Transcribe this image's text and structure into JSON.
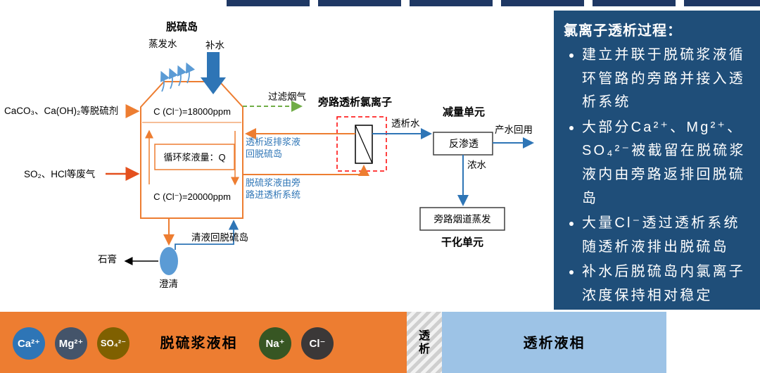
{
  "colors": {
    "panel_bg": "#1F4E79",
    "slurry_bar": "#ED7D31",
    "dialysate_bar": "#9DC3E6",
    "vessel_outline": "#ED7D31",
    "water_blue": "#2E75B6",
    "flue_gas_green": "#70AD47",
    "dialysis_box_red": "#FF0000"
  },
  "diagram": {
    "island_label": "脱硫岛",
    "evaporation": "蒸发水",
    "makeup_water": "补水",
    "filtered_flue_gas": "过滤烟气",
    "conc_top": "C (Cl⁻)=18000ppm",
    "circulation": "循环浆液量：Q",
    "conc_bottom": "C (Cl⁻)=20000ppm",
    "desulfurizer_input": "CaCO₃、Ca(OH)₂等脱硫剂",
    "waste_gas_input": "SO₂、HCl等废气",
    "return_line_label": "透析返排浆液回脱硫岛",
    "feed_line_label": "脱硫浆液由旁路进透析系统",
    "bypass_dialysis_label": "旁路透析氯离子",
    "dialysis_water": "透析水",
    "reduction_unit": "减量单元",
    "reverse_osmosis": "反渗透",
    "product_water": "产水回用",
    "concentrated_water": "浓水",
    "flue_evaporation": "旁路烟道蒸发",
    "drying_unit": "干化单元",
    "clear_liquid_return": "清液回脱硫岛",
    "gypsum": "石膏",
    "clarify": "澄清"
  },
  "panel": {
    "title": "氯离子透析过程：",
    "bullets": [
      "建立并联于脱硫浆液循环管路的旁路并接入透析系统",
      "大部分Ca²⁺、Mg²⁺、SO₄²⁻被截留在脱硫浆液内由旁路返排回脱硫岛",
      "大量Cl⁻透过透析系统随透析液排出脱硫岛",
      "补水后脱硫岛内氯离子浓度保持相对稳定"
    ]
  },
  "legend": {
    "slurry_phase": "脱硫浆液相",
    "dialysis_band": "透析",
    "dialysate_phase": "透析液相",
    "ions": [
      {
        "label": "Ca²⁺",
        "color": "#2E75B6"
      },
      {
        "label": "Mg²⁺",
        "color": "#44546A"
      },
      {
        "label": "SO₄²⁻",
        "color": "#7F6000"
      },
      {
        "label": "Na⁺",
        "color": "#375623"
      },
      {
        "label": "Cl⁻",
        "color": "#3B3838"
      }
    ]
  }
}
